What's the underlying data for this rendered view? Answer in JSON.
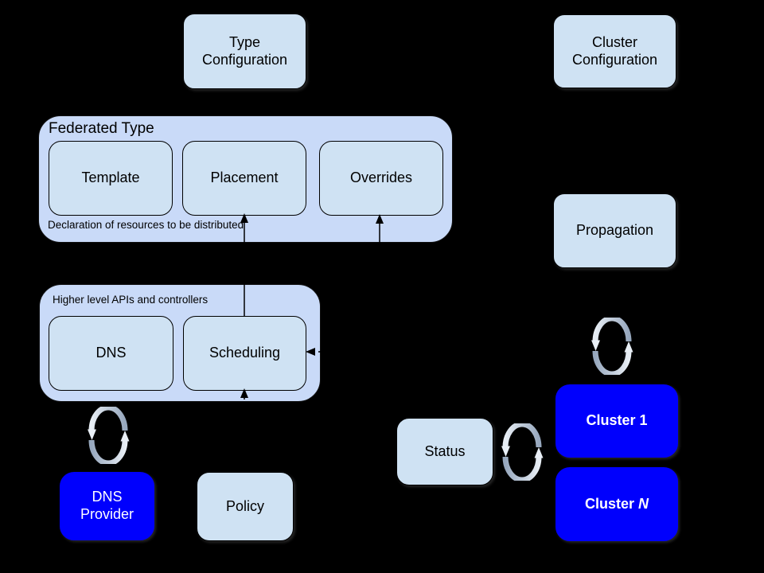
{
  "colors": {
    "background": "#000000",
    "container_fill": "#c9daf8",
    "box_fill": "#cfe2f3",
    "blue_fill": "#0000fd",
    "text_dark": "#000000",
    "text_light": "#ffffff",
    "sync_gray": "#97a8be",
    "sync_light": "#e8eef5",
    "connector": "#000000"
  },
  "nodes": {
    "type_configuration": {
      "line1": "Type",
      "line2": "Configuration"
    },
    "cluster_configuration": {
      "line1": "Cluster",
      "line2": "Configuration"
    },
    "template": {
      "label": "Template"
    },
    "placement": {
      "label": "Placement"
    },
    "overrides": {
      "label": "Overrides"
    },
    "dns": {
      "label": "DNS"
    },
    "scheduling": {
      "label": "Scheduling"
    },
    "propagation": {
      "label": "Propagation"
    },
    "status": {
      "label": "Status"
    },
    "policy": {
      "label": "Policy"
    },
    "dns_provider": {
      "line1": "DNS",
      "line2": "Provider"
    },
    "cluster_1": {
      "label": "Cluster 1"
    },
    "cluster_n": {
      "prefix": "Cluster ",
      "suffix": "N"
    }
  },
  "containers": {
    "federated_type": {
      "title": "Federated Type",
      "caption": "Declaration of resources to be distributed"
    },
    "higher_level": {
      "title": "Higher level APIs and controllers"
    }
  },
  "connectors": [
    {
      "from": "scheduling",
      "to": "placement",
      "style": "solid",
      "arrowhead": "at placement bottom"
    },
    {
      "from": "below",
      "to": "overrides",
      "style": "solid",
      "arrowhead": "at overrides bottom"
    },
    {
      "from": "right",
      "to": "scheduling",
      "style": "dash-dot",
      "arrowhead": "at scheduling right edge"
    },
    {
      "from": "below",
      "to": "scheduling",
      "style": "dashed",
      "arrowhead": "at scheduling bottom"
    }
  ],
  "icons": {
    "sync": "two-curved-arrows-cycle"
  }
}
